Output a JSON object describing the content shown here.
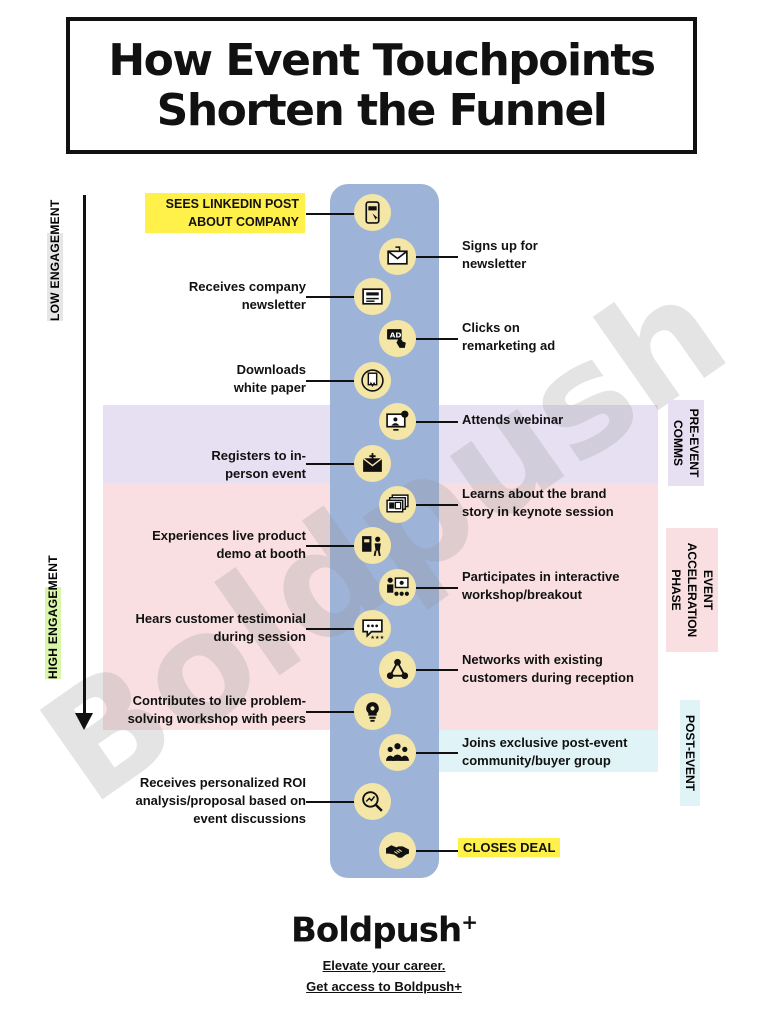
{
  "title": {
    "line1": "How Event Touchpoints",
    "line2": "Shorten the Funnel"
  },
  "engagement": {
    "low": "LOW ENGAGEMENT",
    "high": "HIGH ENGAGEMENT"
  },
  "phases": {
    "pre_event": "PRE-EVENT COMMS",
    "event": "EVENT ACCELERATION PHASE",
    "post_event": "POST-EVENT"
  },
  "colors": {
    "column": "#9db3d8",
    "node": "#f4e6a6",
    "highlight": "#fff04a",
    "pre_event_band": "#e6e0f2",
    "event_band": "#f9dfe2",
    "post_event_band": "#e0f4f7",
    "high_engagement_badge": "#d8f5a8",
    "low_engagement_badge": "#e6e6e6"
  },
  "touchpoints": [
    {
      "label": "SEES LINKEDIN POST ABOUT COMPANY",
      "icon": "phone-post-icon"
    },
    {
      "label": "Signs up for newsletter",
      "icon": "envelope-icon"
    },
    {
      "label": "Receives company newsletter",
      "icon": "newsletter-icon"
    },
    {
      "label": "Clicks on remarketing ad",
      "icon": "ad-click-icon"
    },
    {
      "label": "Downloads white paper",
      "icon": "download-document-icon"
    },
    {
      "label": "Attends webinar",
      "icon": "webinar-icon"
    },
    {
      "label": "Registers to in-person event",
      "icon": "registration-envelope-icon"
    },
    {
      "label": "Learns about the brand story in keynote session",
      "icon": "keynote-slides-icon"
    },
    {
      "label": "Experiences live product demo at booth",
      "icon": "product-demo-icon"
    },
    {
      "label": "Participates in interactive workshop/breakout",
      "icon": "workshop-icon"
    },
    {
      "label": "Hears customer testimonial during session",
      "icon": "testimonial-chat-icon"
    },
    {
      "label": "Networks with existing customers during reception",
      "icon": "network-icon"
    },
    {
      "label": "Contributes to live problem-solving workshop with peers",
      "icon": "lightbulb-icon"
    },
    {
      "label": "Joins exclusive post-event community/buyer group",
      "icon": "community-icon"
    },
    {
      "label": "Receives personalized ROI analysis/proposal  based on event discussions",
      "icon": "roi-analysis-icon"
    },
    {
      "label": "CLOSES DEAL",
      "icon": "handshake-icon"
    }
  ],
  "watermark": "Boldpush",
  "brand": {
    "name": "Boldpush",
    "plus": "+"
  },
  "footer": {
    "line1": "Elevate your career.",
    "line2": "Get access to Boldpush+"
  }
}
